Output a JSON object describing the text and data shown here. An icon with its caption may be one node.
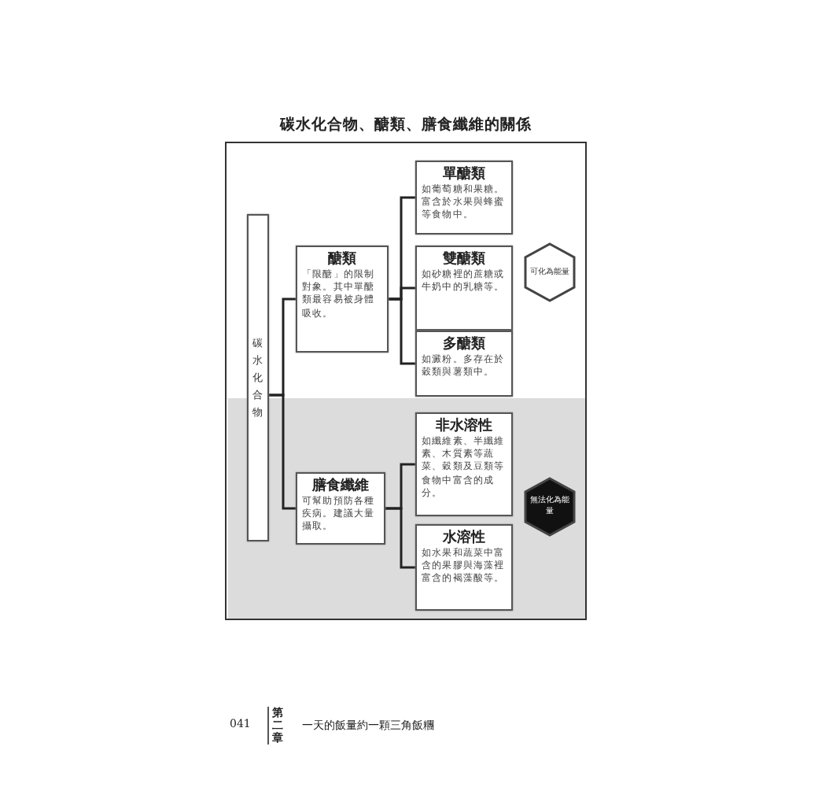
{
  "diagram": {
    "title": "碳水化合物、醣類、膳食纖維的關係",
    "nodes": [
      {
        "text": [
          "碳水化合物"
        ]
      },
      {
        "text": [
          "醣類",
          "「限醣」的限制對象。其中單醣類最容易被身體吸收。"
        ]
      },
      {
        "text": [
          "單醣類",
          "如葡萄糖和果糖。富含於水果與蜂蜜等食物中。"
        ]
      },
      {
        "text": [
          "雙醣類",
          "如砂糖裡的蔗糖或牛奶中的乳糖等。"
        ]
      },
      {
        "text": [
          "多醣類",
          "如澱粉。多存在於穀類與薯類中。"
        ]
      },
      {
        "text": [
          "可化為能量"
        ]
      },
      {
        "text": [
          "膳食纖維",
          "可幫助預防各種疾病。建議大量攝取。"
        ]
      },
      {
        "text": [
          "非水溶性",
          "如纖維素、半纖維素、木質素等蔬菜、穀類及豆類等食物中富含的成分。"
        ]
      },
      {
        "text": [
          "水溶性",
          "如水果和蔬菜中富含的果膠與海藻裡富含的褐藻酸等。"
        ]
      },
      {
        "text": [
          "無法化為能量"
        ]
      }
    ],
    "edges": [
      {
        "from": 0,
        "to": 1,
        "arrow": "none"
      },
      {
        "from": 0,
        "to": 6,
        "arrow": "none"
      },
      {
        "from": 1,
        "to": 2,
        "arrow": "none"
      },
      {
        "from": 1,
        "to": 3,
        "arrow": "none"
      },
      {
        "from": 1,
        "to": 4,
        "arrow": "none"
      },
      {
        "from": 6,
        "to": 7,
        "arrow": "none"
      },
      {
        "from": 6,
        "to": 8,
        "arrow": "none"
      }
    ],
    "labels": [
      "041",
      "第二章",
      "一天的飯量約一顆三角飯糰"
    ]
  }
}
